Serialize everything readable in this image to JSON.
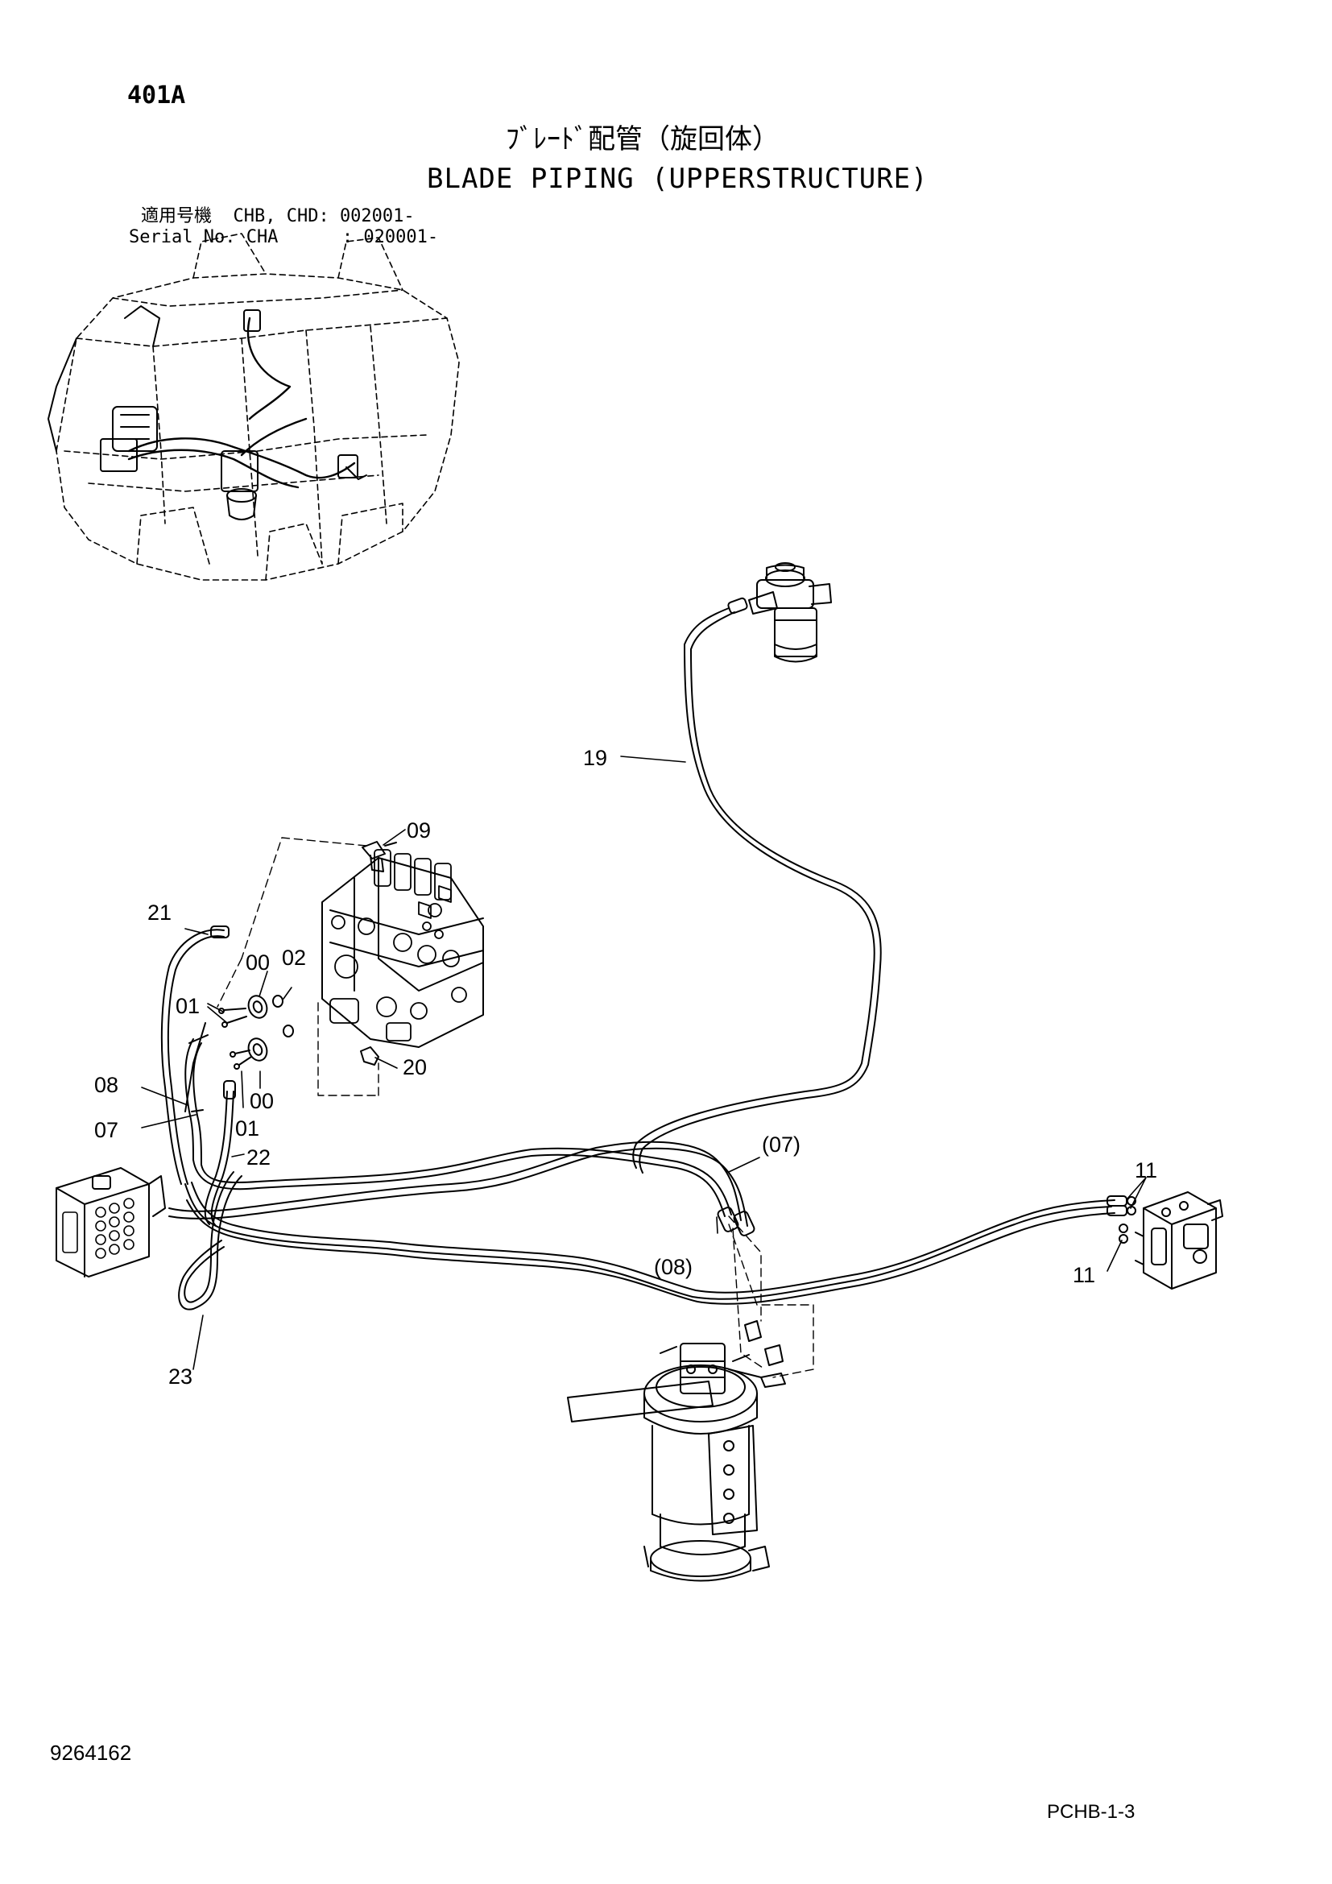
{
  "header": {
    "page_no": "401A",
    "title_jp": "ﾌﾞﾚｰﾄﾞ配管（旋回体）",
    "title_en": "BLADE PIPING (UPPERSTRUCTURE)",
    "serial_line1": "適用号機  CHB, CHD: 002001-",
    "serial_line2": "Serial No. CHA      : 020001-"
  },
  "footer": {
    "doc_no": "9264162",
    "page_ref": "PCHB-1-3"
  },
  "callouts": {
    "c19": "19",
    "c09": "09",
    "c21": "21",
    "c00a": "00",
    "c02": "02",
    "c01a": "01",
    "c08": "08",
    "c07": "07",
    "c00b": "00",
    "c01b": "01",
    "c20": "20",
    "c22": "22",
    "c07p": "(07)",
    "c08p": "(08)",
    "c11a": "11",
    "c11b": "11",
    "c23": "23"
  },
  "colors": {
    "line": "#000000",
    "background": "#ffffff"
  }
}
